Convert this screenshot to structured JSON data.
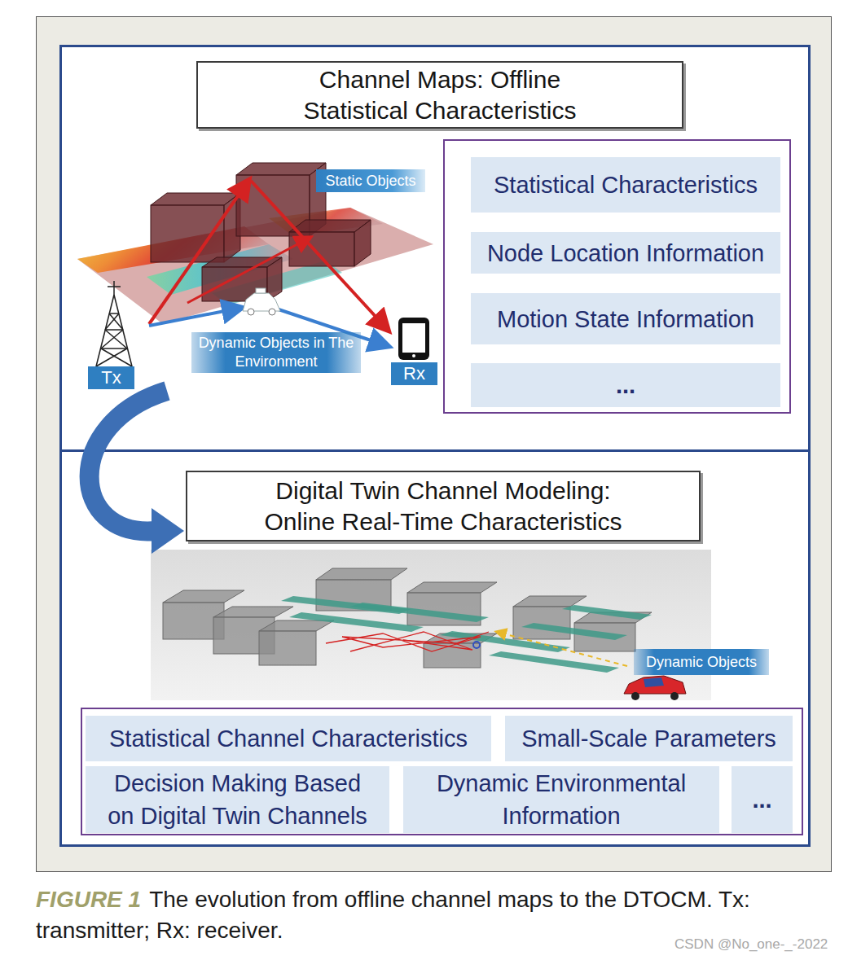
{
  "diagram": {
    "caption": "The evolution from offline channel maps to the DTOCM. Tx: transmitter; Rx: receiver.",
    "nodes": [
      {
        "text": [
          "Channel Maps: Offline Statistical Characteristics"
        ]
      },
      {
        "text": [
          "Statistical Characteristics"
        ],
        "in": 0
      },
      {
        "text": [
          "Node Location Information"
        ],
        "in": 0
      },
      {
        "text": [
          "Motion State Information"
        ],
        "in": 0
      },
      {
        "text": [
          "..."
        ],
        "in": 0
      },
      {
        "text": [
          "Digital Twin Channel Modeling: Online Real-Time Characteristics"
        ]
      },
      {
        "text": [
          "Statistical Channel Characteristics"
        ],
        "in": 5
      },
      {
        "text": [
          "Small-Scale Parameters"
        ],
        "in": 5
      },
      {
        "text": [
          "Decision Making Based on Digital Twin Channels"
        ],
        "in": 5
      },
      {
        "text": [
          "Dynamic Environmental Information"
        ],
        "in": 5
      },
      {
        "text": [
          "..."
        ],
        "in": 5
      }
    ],
    "edges": [
      {
        "from": 0,
        "to": 5,
        "arrow": "to"
      }
    ],
    "labels": [
      "Static Objects",
      "Dynamic Objects in The Environment",
      "Tx",
      "Rx",
      "Dynamic Objects",
      "FIGURE 1",
      "CSDN @No_one-_-2022"
    ]
  }
}
